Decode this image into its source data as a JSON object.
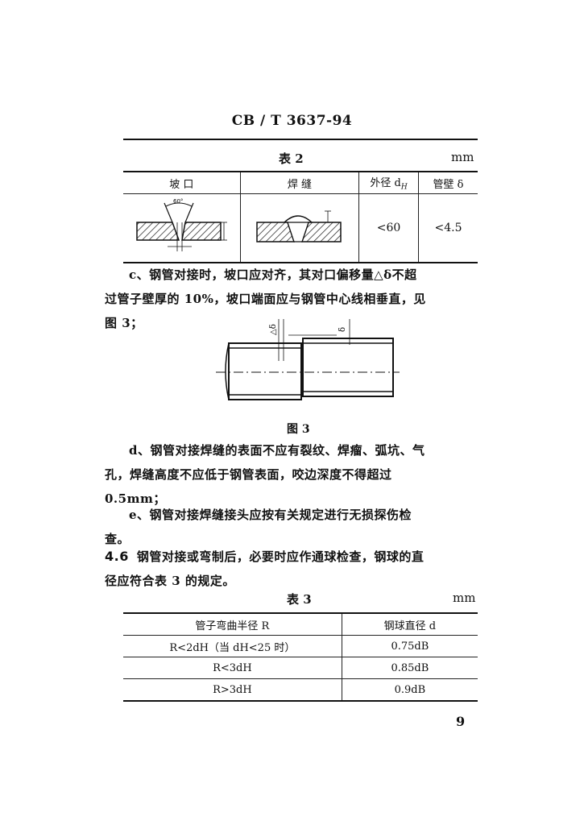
{
  "header": "CB / T 3637-94",
  "table2": {
    "caption": "表 2",
    "unit": "mm",
    "headers": [
      "坡  口",
      "焊  缝",
      "外径 d",
      "H",
      "管壁 δ"
    ],
    "row": {
      "diameter": "<60",
      "wall": "<4.5"
    },
    "groove_angle": "60°"
  },
  "para_c": {
    "lines": [
      "c、钢管对接时，坡口应对齐，其对口偏移量△δ不超",
      "过管子壁厚的 10%，坡口端面应与钢管中心线相垂直，见",
      "图 3；"
    ]
  },
  "figure3": {
    "caption": "图 3",
    "delta_offset": "△δ",
    "delta": "δ"
  },
  "para_d": {
    "lines": [
      "d、钢管对接焊缝的表面不应有裂纹、焊瘤、弧坑、气",
      "孔，焊缝高度不应低于钢管表面，咬边深度不得超过",
      "0.5mm；"
    ]
  },
  "para_e": {
    "lines": [
      "e、钢管对接焊缝接头应按有关规定进行无损探伤检",
      "查。"
    ]
  },
  "sec46": {
    "num": "4.6",
    "line1": "钢管对接或弯制后，必要时应作通球检查，钢球的直",
    "line2": "径应符合表 3 的规定。"
  },
  "table3": {
    "caption": "表 3",
    "unit": "mm",
    "headers": [
      "管子弯曲半径 R",
      "钢球直径 d"
    ],
    "rows": [
      [
        "R<2dH（当 dH<25 时）",
        "0.75dB"
      ],
      [
        "R<3dH",
        "0.85dB"
      ],
      [
        "R>3dH",
        "0.9dB"
      ]
    ]
  },
  "page_number": "9"
}
